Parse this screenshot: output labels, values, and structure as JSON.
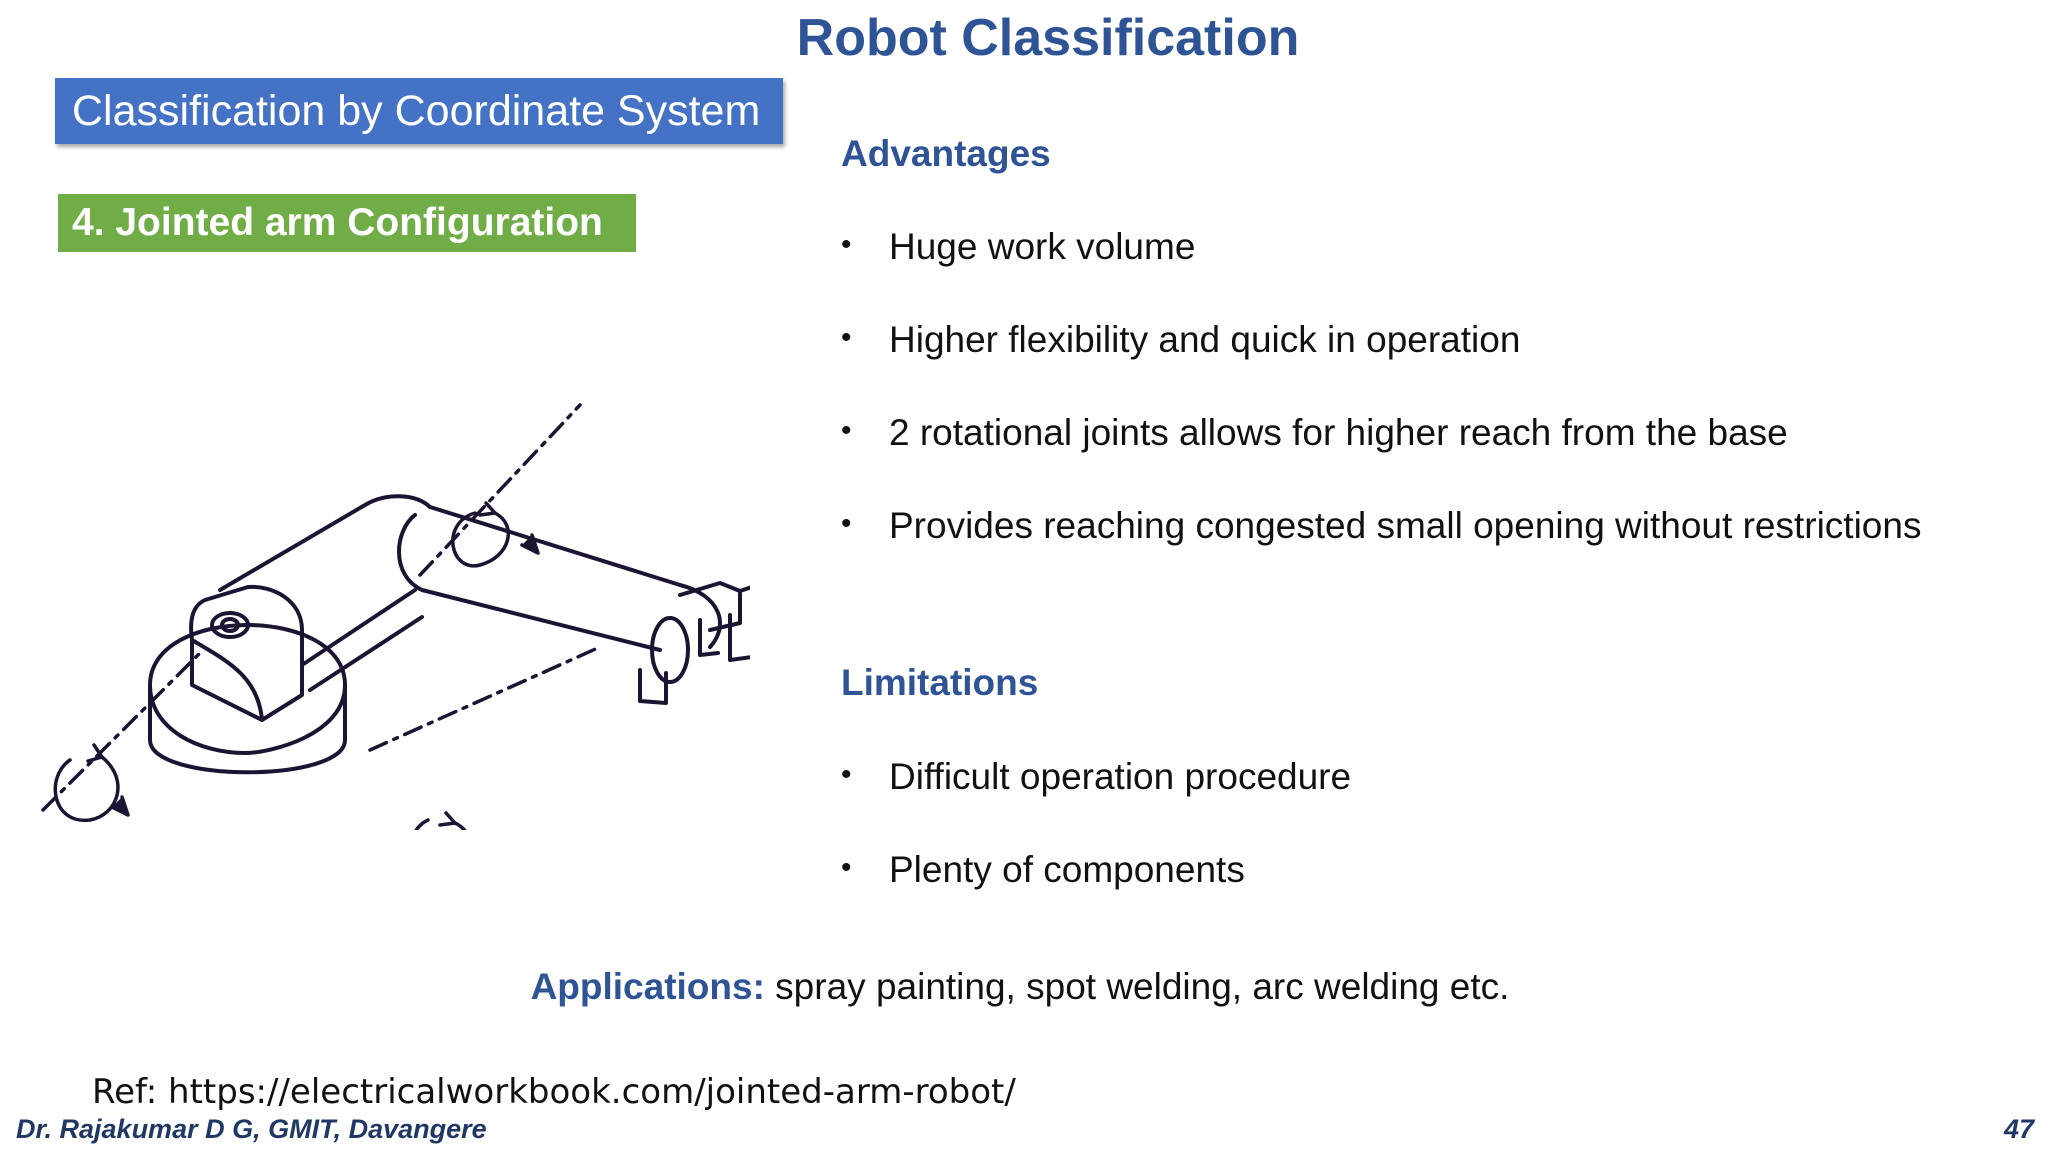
{
  "title": "Robot Classification",
  "section_box": "Classification by Coordinate System",
  "config_box": "4. Jointed arm Configuration",
  "advantages": {
    "heading": "Advantages",
    "items": [
      "Huge work volume",
      "Higher flexibility and quick in operation",
      "2 rotational joints allows for higher reach from the base",
      "Provides reaching congested small opening without restrictions"
    ]
  },
  "limitations": {
    "heading": "Limitations",
    "items": [
      "Difficult operation procedure",
      "Plenty of components"
    ]
  },
  "applications": {
    "label": "Applications:",
    "text": " spray painting, spot welding, arc welding etc."
  },
  "reference": "Ref: https://electricalworkbook.com/jointed-arm-robot/",
  "footer": {
    "author": "Dr. Rajakumar D G, GMIT, Davangere",
    "page": "47"
  },
  "colors": {
    "title": "#2f5496",
    "section_box": "#4472c4",
    "config_box": "#70ad47",
    "figure_stroke": "#1c1433"
  }
}
